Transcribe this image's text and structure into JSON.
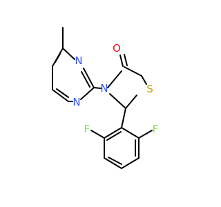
{
  "molecule": {
    "atoms": {
      "o1": "O",
      "n_ring": "N",
      "s1": "S",
      "n_pyr_top": "N",
      "n_pyr_bottom": "N",
      "f_left": "F",
      "f_right": "F"
    },
    "colors": {
      "bond": "#000000",
      "O": "#ff0d0d",
      "N": "#3050f8",
      "S": "#c8a000",
      "F": "#90e050"
    }
  }
}
